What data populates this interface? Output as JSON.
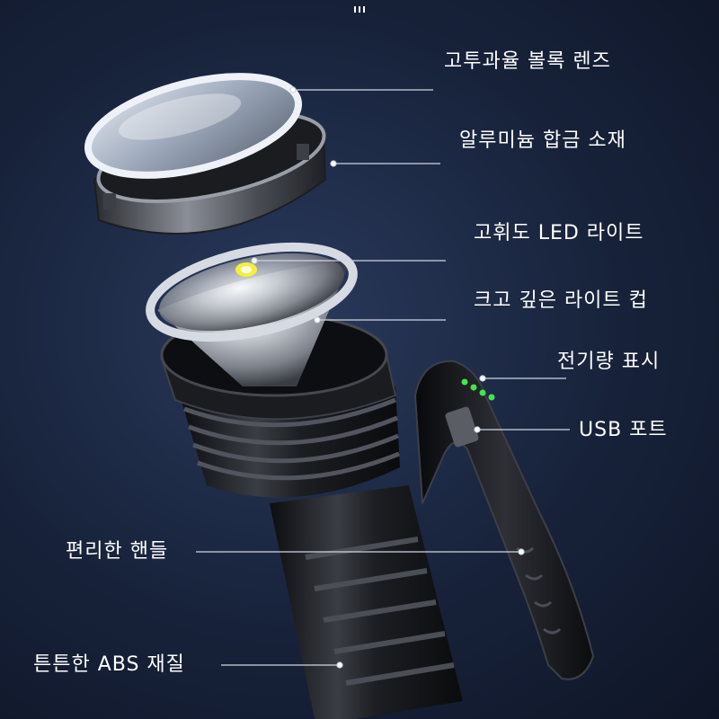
{
  "callouts": {
    "lens": "고투과율 볼록 렌즈",
    "aluminum": "알루미늄 합금 소재",
    "led": "고휘도 LED 라이트",
    "cup": "크고 깊은 라이트 컵",
    "battery": "전기량 표시",
    "usb": "USB 포트",
    "handle": "편리한 핸들",
    "abs": "튼튼한 ABS 재질"
  },
  "colors": {
    "background": "#17223a",
    "text": "#ffffff",
    "indicator": "#3fe84a",
    "led": "#f4f03a"
  }
}
